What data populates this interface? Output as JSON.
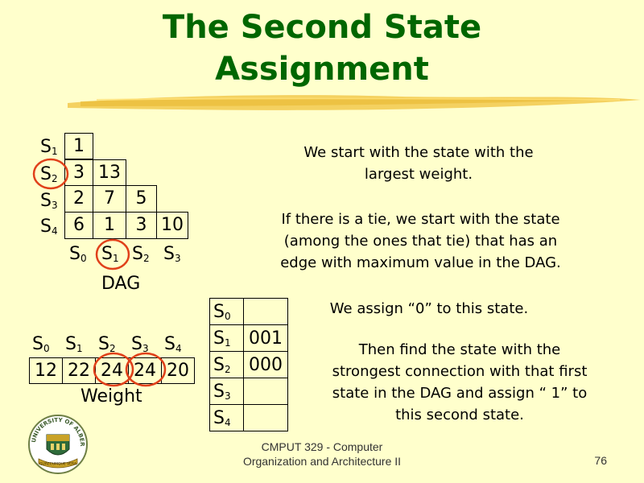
{
  "title_line1": "The Second State",
  "title_line2": "Assignment",
  "colors": {
    "title": "#006600",
    "background": "#FFFFCC",
    "highlight_circle": "#E0401A",
    "brush": "#F2C94C"
  },
  "dag": {
    "row_labels": [
      {
        "base": "S",
        "sub": "1"
      },
      {
        "base": "S",
        "sub": "2"
      },
      {
        "base": "S",
        "sub": "3"
      },
      {
        "base": "S",
        "sub": "4"
      }
    ],
    "rows": [
      [
        "1"
      ],
      [
        "3",
        "13"
      ],
      [
        "2",
        "7",
        "5"
      ],
      [
        "6",
        "1",
        "3",
        "10"
      ]
    ],
    "col_labels": [
      {
        "base": "S",
        "sub": "0"
      },
      {
        "base": "S",
        "sub": "1"
      },
      {
        "base": "S",
        "sub": "2"
      },
      {
        "base": "S",
        "sub": "3"
      }
    ],
    "caption": "DAG"
  },
  "weight": {
    "col_labels": [
      {
        "base": "S",
        "sub": "0"
      },
      {
        "base": "S",
        "sub": "1"
      },
      {
        "base": "S",
        "sub": "2"
      },
      {
        "base": "S",
        "sub": "3"
      },
      {
        "base": "S",
        "sub": "4"
      }
    ],
    "values": [
      "12",
      "22",
      "24",
      "24",
      "20"
    ],
    "caption": "Weight"
  },
  "assignment": {
    "rows": [
      {
        "base": "S",
        "sub": "0",
        "code": ""
      },
      {
        "base": "S",
        "sub": "1",
        "code": "001"
      },
      {
        "base": "S",
        "sub": "2",
        "code": "000"
      },
      {
        "base": "S",
        "sub": "3",
        "code": ""
      },
      {
        "base": "S",
        "sub": "4",
        "code": ""
      }
    ]
  },
  "text": {
    "p1": "We start with the state with the largest weight.",
    "p2": "If there is a tie, we start with the state (among the ones that tie) that has an edge with maximum value in the DAG.",
    "p3": "We assign “0” to this state.",
    "p4": "Then find the state with the strongest connection with that first state in the DAG and assign “ 1” to this second state."
  },
  "footer": {
    "course_line1": "CMPUT 329 - Computer",
    "course_line2": "Organization and Architecture II",
    "page_number": "76"
  },
  "logo": {
    "arc_text": "UNIVERSITY OF ALBERTA",
    "motto": "QUAECUMQUE VERA"
  }
}
